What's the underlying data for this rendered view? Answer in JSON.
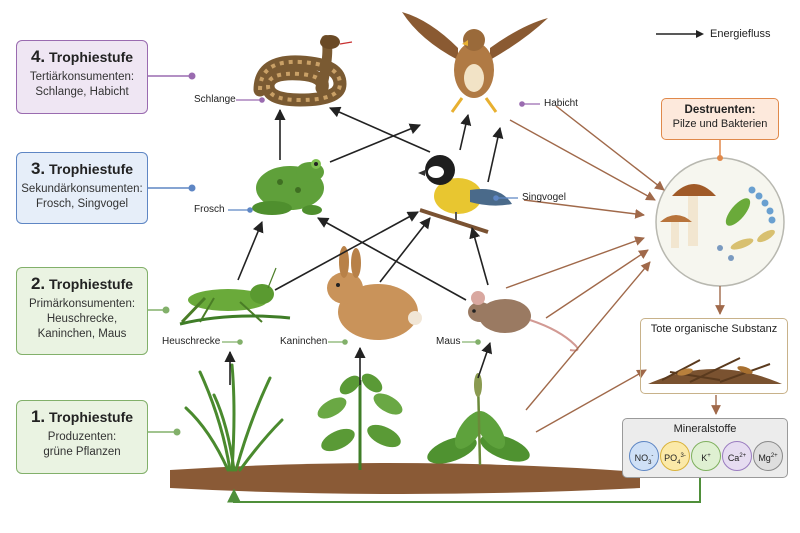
{
  "levels": [
    {
      "num": "4.",
      "title": "Trophiestufe",
      "desc1": "Tertiärkonsumenten:",
      "desc2": "Schlange, Habicht",
      "desc3": ""
    },
    {
      "num": "3.",
      "title": "Trophiestufe",
      "desc1": "Sekundärkonsumenten:",
      "desc2": "Frosch, Singvogel",
      "desc3": ""
    },
    {
      "num": "2.",
      "title": "Trophiestufe",
      "desc1": "Primärkonsumenten:",
      "desc2": "Heuschrecke,",
      "desc3": "Kaninchen, Maus"
    },
    {
      "num": "1.",
      "title": "Trophiestufe",
      "desc1": "Produzenten:",
      "desc2": "grüne Pflanzen",
      "desc3": ""
    }
  ],
  "organisms": {
    "schlange": "Schlange",
    "habicht": "Habicht",
    "frosch": "Frosch",
    "singvogel": "Singvogel",
    "heuschrecke": "Heuschrecke",
    "kaninchen": "Kaninchen",
    "maus": "Maus"
  },
  "legend": {
    "label": "Energiefluss"
  },
  "destruenten": {
    "title": "Destruenten:",
    "subtitle": "Pilze und Bakterien"
  },
  "tote_substanz": {
    "label": "Tote organische Substanz"
  },
  "mineralstoffe": {
    "label": "Mineralstoffe",
    "ions": [
      {
        "base": "NO",
        "sub": "3",
        "sup": "-",
        "color": "#cfe0f6",
        "border": "#5e86c4"
      },
      {
        "base": "PO",
        "sub": "4",
        "sup": "3-",
        "color": "#fbe9a8",
        "border": "#d9b23a"
      },
      {
        "base": "K",
        "sub": "",
        "sup": "+",
        "color": "#dff0d2",
        "border": "#7fb05e"
      },
      {
        "base": "Ca",
        "sub": "",
        "sup": "2+",
        "color": "#e6dcf1",
        "border": "#9a7cc0"
      },
      {
        "base": "Mg",
        "sub": "",
        "sup": "2+",
        "color": "#dedede",
        "border": "#8a8a8a"
      }
    ]
  },
  "colors": {
    "arrow_dark": "#222222",
    "arrow_brown": "#a0694a",
    "recycle_green": "#4f8f3a",
    "tertiary": "#9a6bb0",
    "secondary": "#5e86c4",
    "primary": "#82b06a"
  }
}
